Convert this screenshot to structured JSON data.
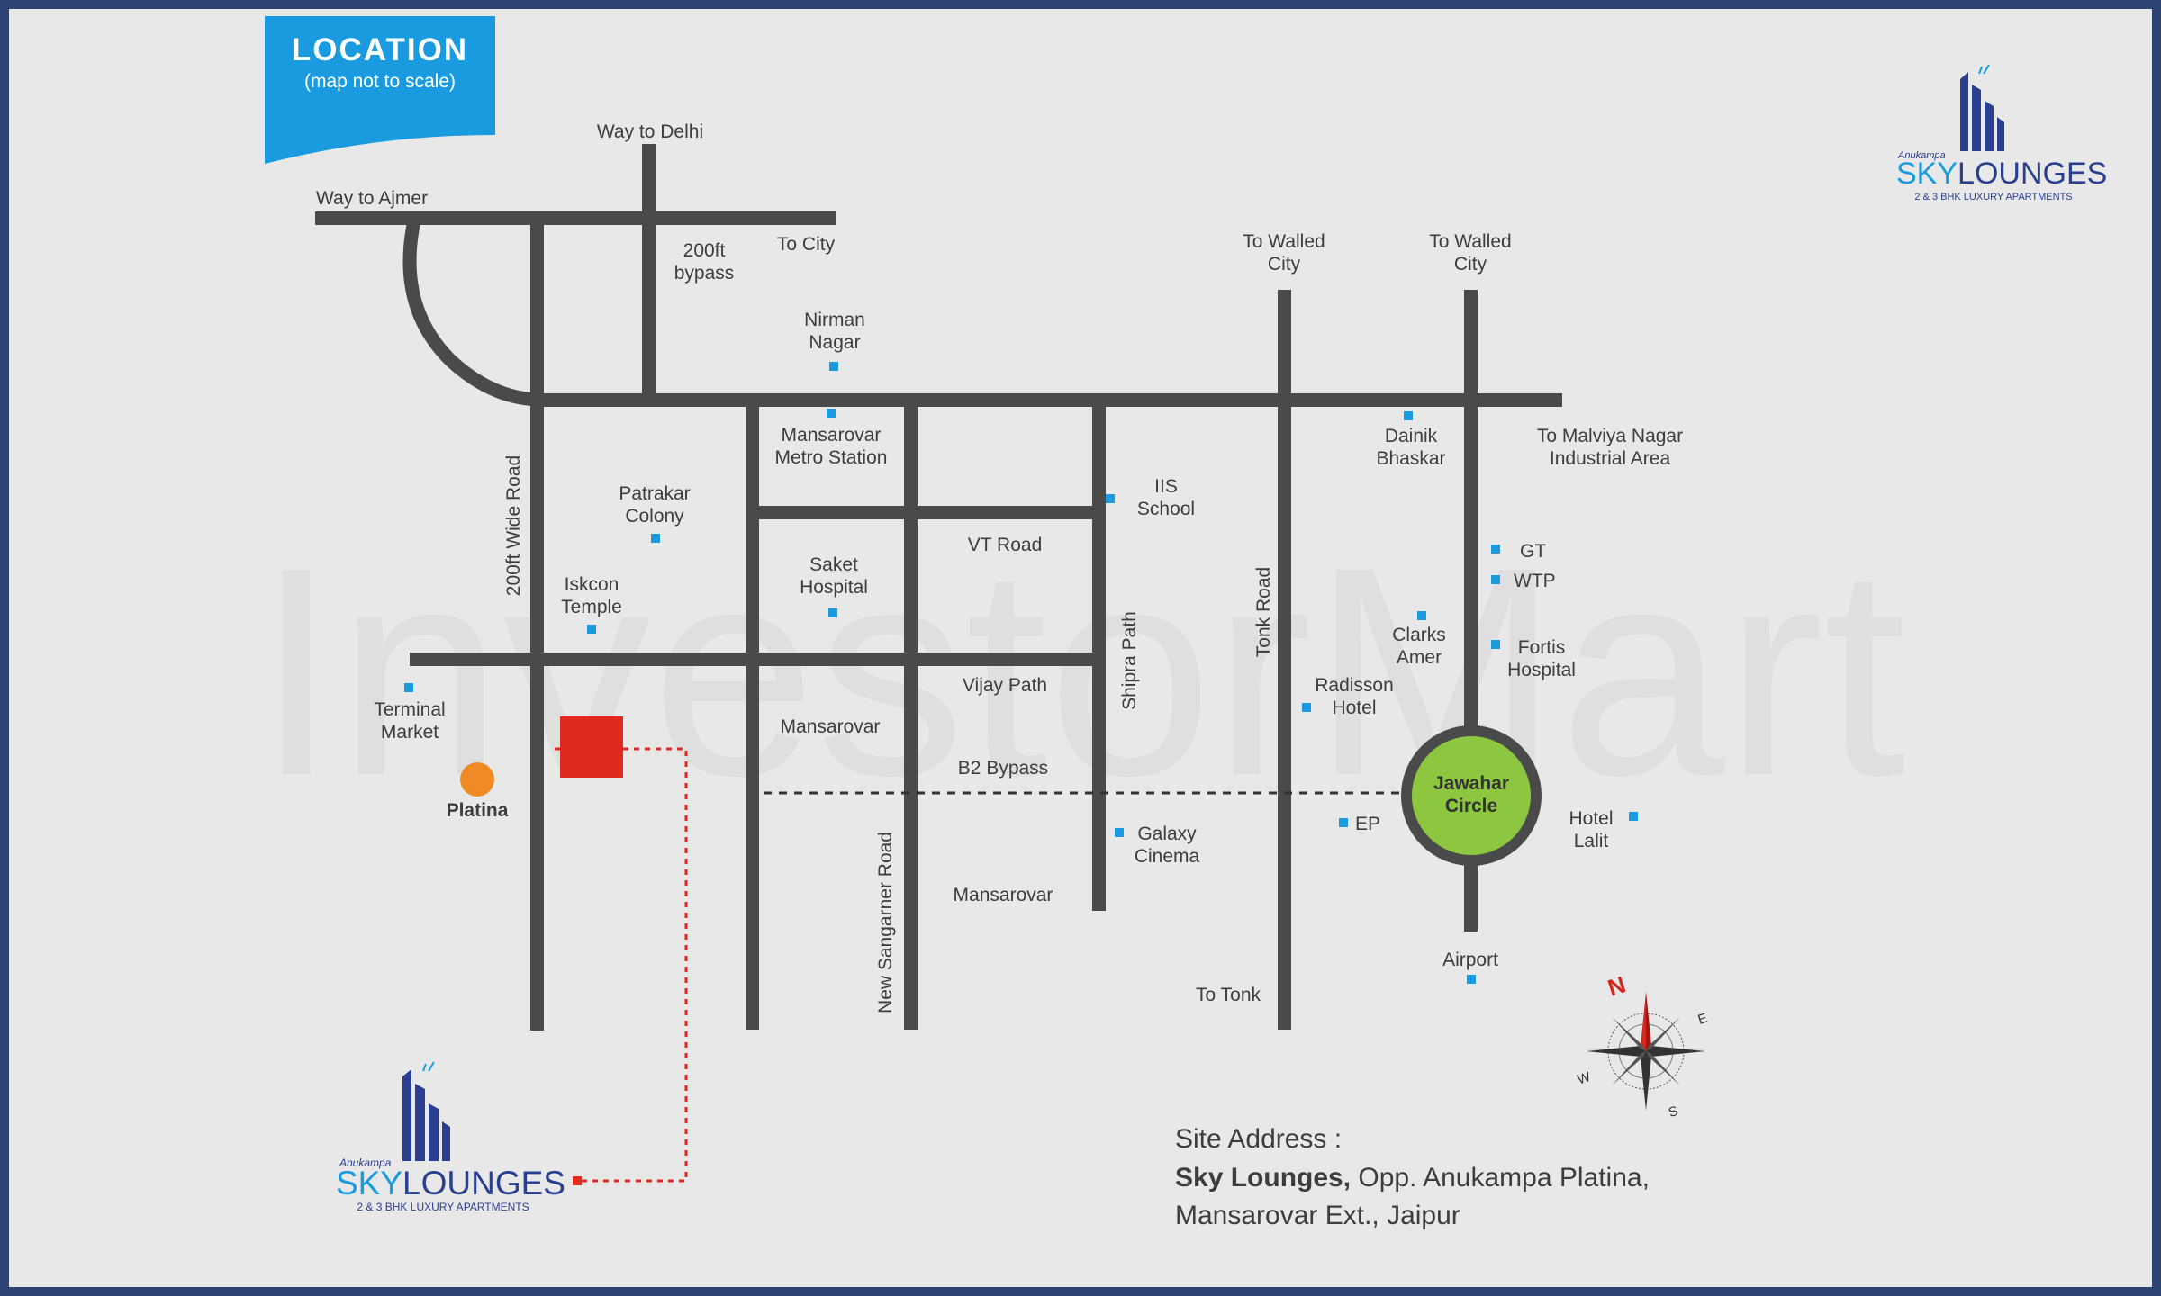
{
  "header": {
    "title": "LOCATION",
    "subtitle": "(map not to scale)"
  },
  "watermark": "InvestorMart",
  "brand": {
    "maker": "Anukampa",
    "name_part1": "SKY",
    "name_part2": "LOUNGES",
    "tagline": "2 & 3 BHK LUXURY APARTMENTS"
  },
  "roads": {
    "way_to_delhi": "Way to Delhi",
    "way_to_ajmer": "Way to Ajmer",
    "bypass_line1": "200ft",
    "bypass_line2": "bypass",
    "to_city": "To City",
    "wide_road": "200ft Wide Road",
    "vt_road": "VT Road",
    "vijay_path": "Vijay Path",
    "b2_bypass": "B2 Bypass",
    "new_sanganer": "New Sangarner Road",
    "shipra_path": "Shipra Path",
    "tonk_road": "Tonk Road",
    "to_tonk": "To Tonk",
    "walled_city_1": [
      "To Walled",
      "City"
    ],
    "walled_city_2": [
      "To Walled",
      "City"
    ],
    "malviya": [
      "To Malviya Nagar",
      "Industrial Area"
    ]
  },
  "places": {
    "nirman": [
      "Nirman",
      "Nagar"
    ],
    "metro": [
      "Mansarovar",
      "Metro Station"
    ],
    "patrakar": [
      "Patrakar",
      "Colony"
    ],
    "iskcon": [
      "Iskcon",
      "Temple"
    ],
    "terminal": [
      "Terminal",
      "Market"
    ],
    "platina": "Platina",
    "saket": [
      "Saket",
      "Hospital"
    ],
    "mansarovar_1": "Mansarovar",
    "mansarovar_2": "Mansarovar",
    "iis": [
      "IIS",
      "School"
    ],
    "galaxy": [
      "Galaxy",
      "Cinema"
    ],
    "dainik": [
      "Dainik",
      "Bhaskar"
    ],
    "gt": "GT",
    "wtp": "WTP",
    "clarks": [
      "Clarks",
      "Amer"
    ],
    "fortis": [
      "Fortis",
      "Hospital"
    ],
    "radisson": [
      "Radisson",
      "Hotel"
    ],
    "ep": "EP",
    "jawahar": [
      "Jawahar",
      "Circle"
    ],
    "lalit": [
      "Hotel",
      "Lalit"
    ],
    "airport": "Airport"
  },
  "compass": {
    "n": "N",
    "e": "E",
    "s": "S",
    "w": "W"
  },
  "address": {
    "heading": "Site Address :",
    "name": "Sky Lounges,",
    "line1_rest": " Opp. Anukampa Platina,",
    "line2": "Mansarovar Ext., Jaipur"
  },
  "colors": {
    "frame": "#2c4373",
    "background": "#e8e8e8",
    "road": "#4a4a4a",
    "marker": "#1a9be0",
    "site": "#e0291f",
    "circle_fill": "#8dc63f",
    "platina": "#f08a24",
    "brand_navy": "#2a3f8f",
    "brand_blue": "#1a9be0"
  }
}
